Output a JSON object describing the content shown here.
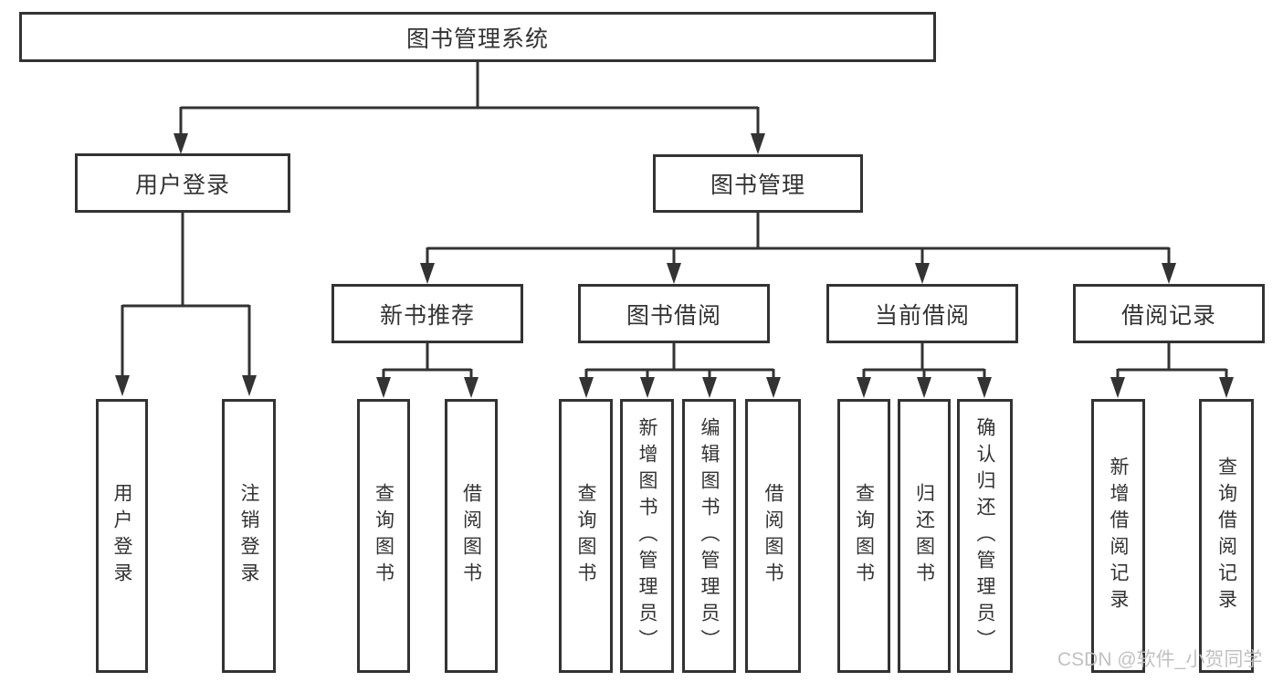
{
  "diagram_title": "图书管理系统",
  "nodes": {
    "root": "图书管理系统",
    "level2": [
      "用户登录",
      "图书管理"
    ],
    "level3": [
      "新书推荐",
      "图书借阅",
      "当前借阅",
      "借阅记录"
    ],
    "leaves_user": [
      "用户登录",
      "注销登录"
    ],
    "leaves_newbook": [
      "查询图书",
      "借阅图书"
    ],
    "leaves_borrow": [
      "查询图书",
      "新增图书（管理员）",
      "编辑图书（管理员）",
      "借阅图书"
    ],
    "leaves_current": [
      "查询图书",
      "归还图书",
      "确认归还（管理员）"
    ],
    "leaves_records": [
      "新增借阅记录",
      "查询借阅记录"
    ]
  },
  "watermark": {
    "text": "CSDN @软件_小贺同学"
  },
  "colors": {
    "line": "#333333",
    "box_background": "#ffffff",
    "watermark": "#bebebe"
  }
}
